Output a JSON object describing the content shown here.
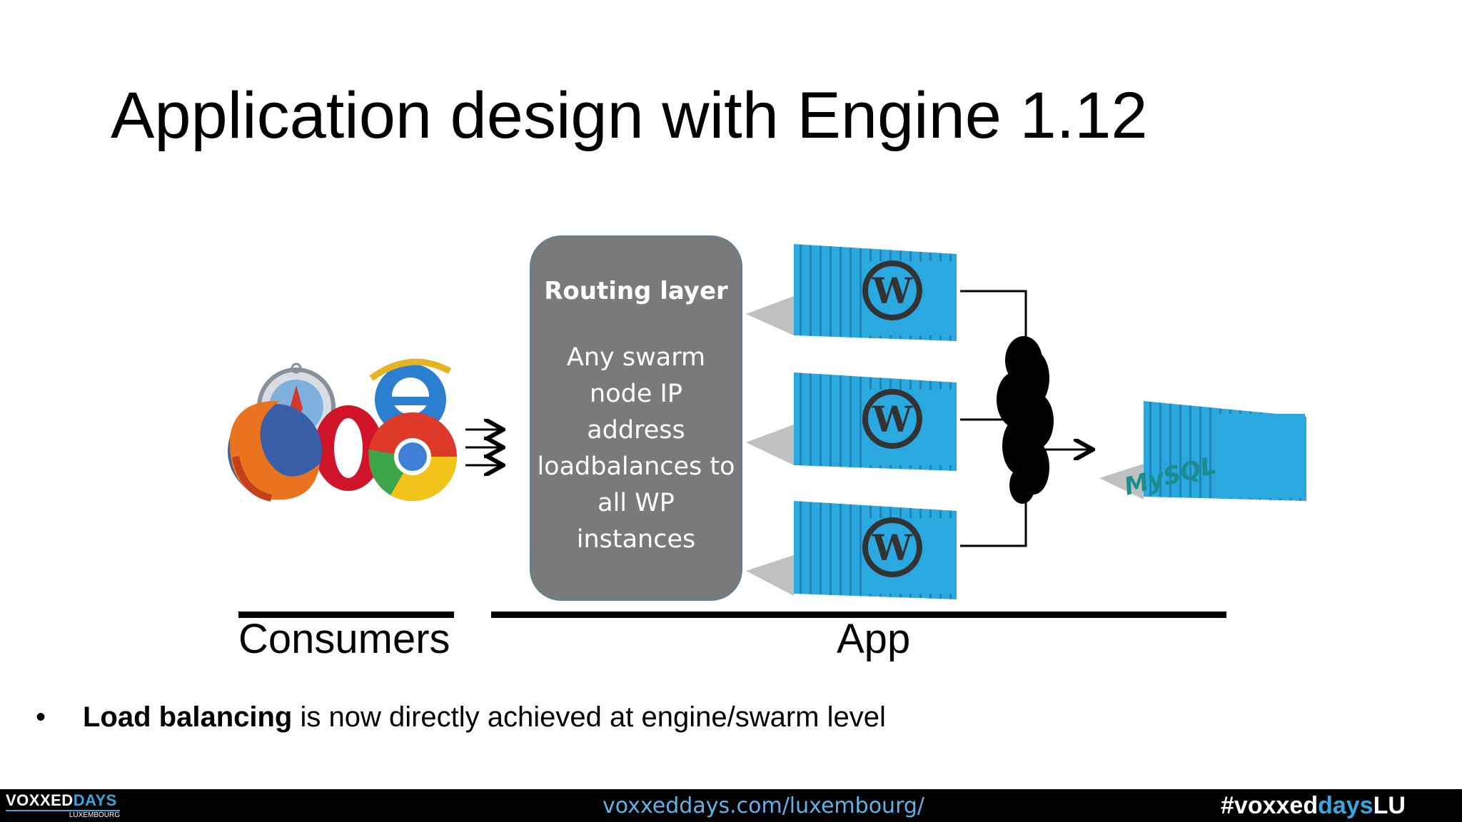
{
  "slide": {
    "title": "Application design with Engine 1.12"
  },
  "routing": {
    "title": "Routing layer",
    "body": "Any swarm node IP address loadbalances to all WP instances"
  },
  "labels": {
    "consumers": "Consumers",
    "app": "App"
  },
  "bullet": {
    "bold": "Load balancing",
    "rest": " is now directly achieved at engine/swarm level"
  },
  "database": {
    "label": "MySQL"
  },
  "footer": {
    "logo_vox": "VOXXED",
    "logo_days": "DAYS",
    "logo_sub": "LUXEMBOURG",
    "url": "voxxeddays.com/luxembourg/",
    "hashtag_pre": "#voxxed",
    "hashtag_accent": "days",
    "hashtag_post": "LU"
  },
  "colors": {
    "container": "#2aa8e0",
    "routing_box": "#7a7a7a",
    "footer_bg": "#000000",
    "accent": "#3aa6e0"
  },
  "icons": [
    "firefox-icon",
    "safari-icon",
    "opera-icon",
    "ie-icon",
    "chrome-icon",
    "wordpress-icon",
    "cloud-icon"
  ]
}
